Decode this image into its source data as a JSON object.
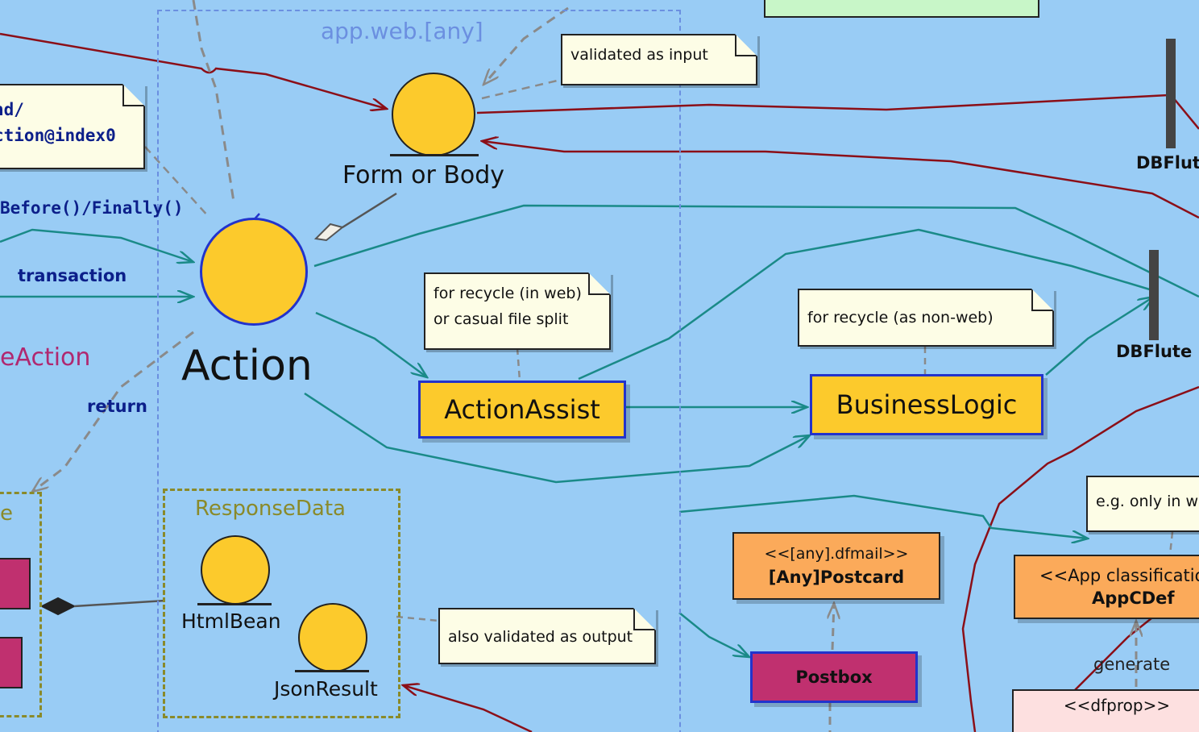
{
  "packages": {
    "app_web": "app.web.[any]",
    "response_data": "ResponseData"
  },
  "components": {
    "action": "Action",
    "form_or_body": "Form or Body",
    "action_assist": "ActionAssist",
    "business_logic": "BusinessLogic",
    "html_bean": "HtmlBean",
    "json_result": "JsonResult",
    "postbox": "Postbox",
    "postcard_stereotype": "<<[any].dfmail>>",
    "postcard": "[Any]Postcard",
    "appcdef_stereotype": "<<App classification",
    "appcdef": "AppCDef",
    "dfprop_stereotype": "<<dfprop>>",
    "dbflute_top": "DBFlut",
    "dbflute_mid": "DBFlute",
    "partial_action_name": "eAction",
    "partial_left_pkg": "e"
  },
  "notes": {
    "left_note_line1": "nd/",
    "left_note_line2": "ction@index0",
    "validated_input": "validated as input",
    "recycle_web_line1": "for recycle (in web)",
    "recycle_web_line2": "or casual file split",
    "recycle_nonweb": "for recycle (as non-web)",
    "validated_output": "also validated as output",
    "only_in": "e.g. only in w"
  },
  "edge_labels": {
    "before_finally": "Before()/Finally()",
    "transaction": "transaction",
    "return": "return",
    "generate": "generate"
  },
  "colors": {
    "background": "#99ccf5",
    "teal_arrow": "#1a8a88",
    "red_arrow": "#8b0f18",
    "gray_dashed": "#8a8a8a",
    "yellow_fill": "#fcca2c",
    "blue_border": "#2233cc",
    "orange_fill": "#fbaa5a",
    "magenta_fill": "#c0306f",
    "package_blue": "#6b8fe0",
    "package_olive": "#8a8a2a"
  }
}
